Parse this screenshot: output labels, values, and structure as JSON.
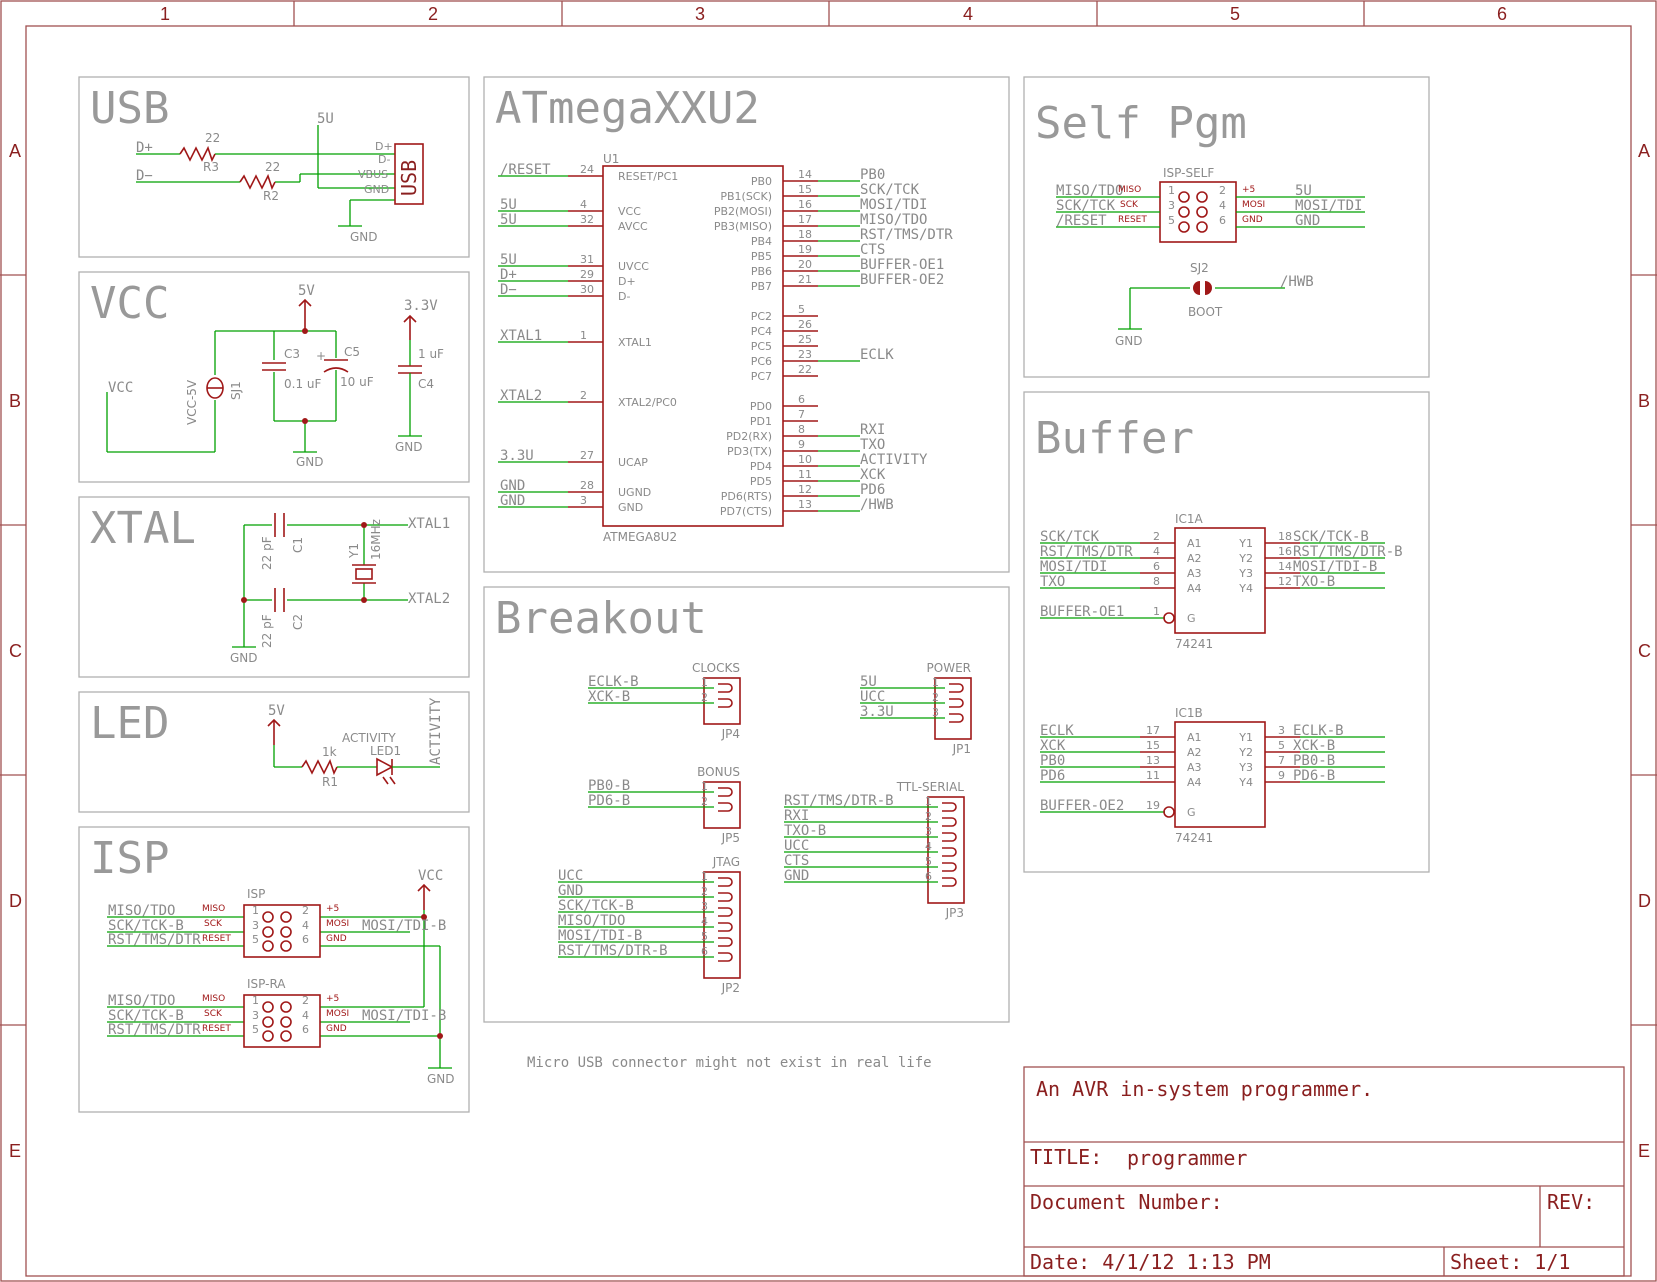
{
  "frame": {
    "columns": [
      "1",
      "2",
      "3",
      "4",
      "5",
      "6"
    ],
    "rows": [
      "A",
      "B",
      "C",
      "D",
      "E"
    ]
  },
  "sections": {
    "usb": "USB",
    "vcc": "VCC",
    "xtal": "XTAL",
    "led": "LED",
    "isp": "ISP",
    "mcu": "ATmegaXXU2",
    "breakout": "Breakout",
    "self_pgm": "Self Pgm",
    "buffer": "Buffer"
  },
  "usb": {
    "net_5v": "5U",
    "d_plus": "D+",
    "d_minus": "D−",
    "r3_value": "22",
    "r3_name": "R3",
    "r2_value": "22",
    "r2_name": "R2",
    "pins": [
      "D+",
      "D-",
      "VBUS",
      "GND"
    ],
    "connector": "USB",
    "gnd": "GND"
  },
  "vcc": {
    "net_5v": "5V",
    "net_3v3": "3.3V",
    "vcc_net": "VCC",
    "jumper_label": "VCC-5V",
    "jumper_name": "SJ1",
    "c3_name": "C3",
    "c3_value": "0.1 uF",
    "c5_name": "C5",
    "c5_value": "10 uF",
    "c4_name": "C4",
    "c4_value": "1 uF",
    "gnd": "GND",
    "plus": "+"
  },
  "xtal": {
    "c1_value": "22 pF",
    "c1_name": "C1",
    "c2_value": "22 pF",
    "c2_name": "C2",
    "y1_name": "Y1",
    "y1_value": "16MHz",
    "xtal1": "XTAL1",
    "xtal2": "XTAL2",
    "gnd": "GND"
  },
  "led": {
    "net_5v": "5V",
    "r1_value": "1k",
    "r1_name": "R1",
    "activity_label": "ACTIVITY",
    "led_name": "LED1",
    "net_activity": "ACTIVITY"
  },
  "isp": {
    "vcc": "VCC",
    "gnd": "GND",
    "header1_name": "ISP",
    "header2_name": "ISP-RA",
    "left_nets": [
      "MISO/TDO",
      "SCK/TCK-B",
      "RST/TMS/DTR"
    ],
    "right_net": "MOSI/TDI-B",
    "left_pins": [
      "MISO",
      "SCK",
      "RESET"
    ],
    "right_pins": [
      "+5",
      "MOSI",
      "GND"
    ],
    "left_nums": [
      "1",
      "3",
      "5"
    ],
    "right_nums": [
      "2",
      "4",
      "6"
    ]
  },
  "mcu": {
    "ref": "U1",
    "part": "ATMEGA8U2",
    "left_pins": [
      {
        "net": "/RESET",
        "num": "24",
        "name": "RESET/PC1"
      },
      {
        "net": "5U",
        "num": "4",
        "name": "VCC"
      },
      {
        "net": "5U",
        "num": "32",
        "name": "AVCC"
      },
      {
        "net": "5U",
        "num": "31",
        "name": "UVCC"
      },
      {
        "net": "D+",
        "num": "29",
        "name": "D+"
      },
      {
        "net": "D−",
        "num": "30",
        "name": "D-"
      },
      {
        "net": "XTAL1",
        "num": "1",
        "name": "XTAL1"
      },
      {
        "net": "XTAL2",
        "num": "2",
        "name": "XTAL2/PC0"
      },
      {
        "net": "3.3U",
        "num": "27",
        "name": "UCAP"
      },
      {
        "net": "GND",
        "num": "28",
        "name": "UGND"
      },
      {
        "net": "GND",
        "num": "3",
        "name": "GND"
      }
    ],
    "right_pins": [
      {
        "name": "PB0",
        "num": "14",
        "net": "PB0"
      },
      {
        "name": "PB1(SCK)",
        "num": "15",
        "net": "SCK/TCK"
      },
      {
        "name": "PB2(MOSI)",
        "num": "16",
        "net": "MOSI/TDI"
      },
      {
        "name": "PB3(MISO)",
        "num": "17",
        "net": "MISO/TDO"
      },
      {
        "name": "PB4",
        "num": "18",
        "net": "RST/TMS/DTR"
      },
      {
        "name": "PB5",
        "num": "19",
        "net": "CTS"
      },
      {
        "name": "PB6",
        "num": "20",
        "net": "BUFFER-OE1"
      },
      {
        "name": "PB7",
        "num": "21",
        "net": "BUFFER-OE2"
      },
      {
        "name": "PC2",
        "num": "5",
        "net": ""
      },
      {
        "name": "PC4",
        "num": "26",
        "net": ""
      },
      {
        "name": "PC5",
        "num": "25",
        "net": ""
      },
      {
        "name": "PC6",
        "num": "23",
        "net": "ECLK"
      },
      {
        "name": "PC7",
        "num": "22",
        "net": ""
      },
      {
        "name": "PD0",
        "num": "6",
        "net": ""
      },
      {
        "name": "PD1",
        "num": "7",
        "net": ""
      },
      {
        "name": "PD2(RX)",
        "num": "8",
        "net": "RXI"
      },
      {
        "name": "PD3(TX)",
        "num": "9",
        "net": "TXO"
      },
      {
        "name": "PD4",
        "num": "10",
        "net": "ACTIVITY"
      },
      {
        "name": "PD5",
        "num": "11",
        "net": "XCK"
      },
      {
        "name": "PD6(RTS)",
        "num": "12",
        "net": "PD6"
      },
      {
        "name": "PD7(CTS)",
        "num": "13",
        "net": "/HWB"
      }
    ]
  },
  "breakout": {
    "clocks": {
      "title": "CLOCKS",
      "ref": "JP4",
      "nets": [
        "ECLK-B",
        "XCK-B"
      ]
    },
    "power": {
      "title": "POWER",
      "ref": "JP1",
      "nets": [
        "5U",
        "UCC",
        "3.3U"
      ]
    },
    "bonus": {
      "title": "BONUS",
      "ref": "JP5",
      "nets": [
        "PB0-B",
        "PD6-B"
      ]
    },
    "ttl": {
      "title": "TTL-SERIAL",
      "ref": "JP3",
      "nets": [
        "RST/TMS/DTR-B",
        "RXI",
        "TXO-B",
        "UCC",
        "CTS",
        "GND"
      ]
    },
    "jtag": {
      "title": "JTAG",
      "ref": "JP2",
      "nets": [
        "UCC",
        "GND",
        "SCK/TCK-B",
        "MISO/TDO",
        "MOSI/TDI-B",
        "RST/TMS/DTR-B"
      ]
    }
  },
  "note": "Micro USB connector might not exist in real life",
  "self_pgm": {
    "header_name": "ISP-SELF",
    "left_nets": [
      "MISO/TDO",
      "SCK/TCK",
      "/RESET"
    ],
    "right_nets": [
      "5U",
      "MOSI/TDI",
      "GND"
    ],
    "left_pins": [
      "MISO",
      "SCK",
      "RESET"
    ],
    "right_pins": [
      "+5",
      "MOSI",
      "GND"
    ],
    "left_nums": [
      "1",
      "3",
      "5"
    ],
    "right_nums": [
      "2",
      "4",
      "6"
    ],
    "jumper_name": "SJ2",
    "jumper_label": "BOOT",
    "hwb": "/HWB",
    "gnd": "GND"
  },
  "buffer": {
    "ic1a": {
      "ref": "IC1A",
      "part": "74241",
      "inputs": [
        {
          "net": "SCK/TCK",
          "num": "2",
          "pin": "A1"
        },
        {
          "net": "RST/TMS/DTR",
          "num": "4",
          "pin": "A2"
        },
        {
          "net": "MOSI/TDI",
          "num": "6",
          "pin": "A3"
        },
        {
          "net": "TXO",
          "num": "8",
          "pin": "A4"
        }
      ],
      "enable": {
        "net": "BUFFER-OE1",
        "num": "1",
        "pin": "G"
      },
      "outputs": [
        {
          "pin": "Y1",
          "num": "18",
          "net": "SCK/TCK-B"
        },
        {
          "pin": "Y2",
          "num": "16",
          "net": "RST/TMS/DTR-B"
        },
        {
          "pin": "Y3",
          "num": "14",
          "net": "MOSI/TDI-B"
        },
        {
          "pin": "Y4",
          "num": "12",
          "net": "TXO-B"
        }
      ]
    },
    "ic1b": {
      "ref": "IC1B",
      "part": "74241",
      "inputs": [
        {
          "net": "ECLK",
          "num": "17",
          "pin": "A1"
        },
        {
          "net": "XCK",
          "num": "15",
          "pin": "A2"
        },
        {
          "net": "PB0",
          "num": "13",
          "pin": "A3"
        },
        {
          "net": "PD6",
          "num": "11",
          "pin": "A4"
        }
      ],
      "enable": {
        "net": "BUFFER-OE2",
        "num": "19",
        "pin": "G"
      },
      "outputs": [
        {
          "pin": "Y1",
          "num": "3",
          "net": "ECLK-B"
        },
        {
          "pin": "Y2",
          "num": "5",
          "net": "XCK-B"
        },
        {
          "pin": "Y3",
          "num": "7",
          "net": "PB0-B"
        },
        {
          "pin": "Y4",
          "num": "9",
          "net": "PD6-B"
        }
      ]
    }
  },
  "title_block": {
    "description": "An AVR in-system programmer.",
    "title_label": "TITLE:",
    "title_value": "programmer",
    "docnum_label": "Document Number:",
    "rev_label": "REV:",
    "date": "Date: 4/1/12 1:13 PM",
    "sheet": "Sheet: 1/1"
  },
  "colors": {
    "frame": "#a05050",
    "wire": "#00a000",
    "symbol": "#a01818",
    "text": "#8a8a8a",
    "section_box": "#b0b0b0"
  }
}
